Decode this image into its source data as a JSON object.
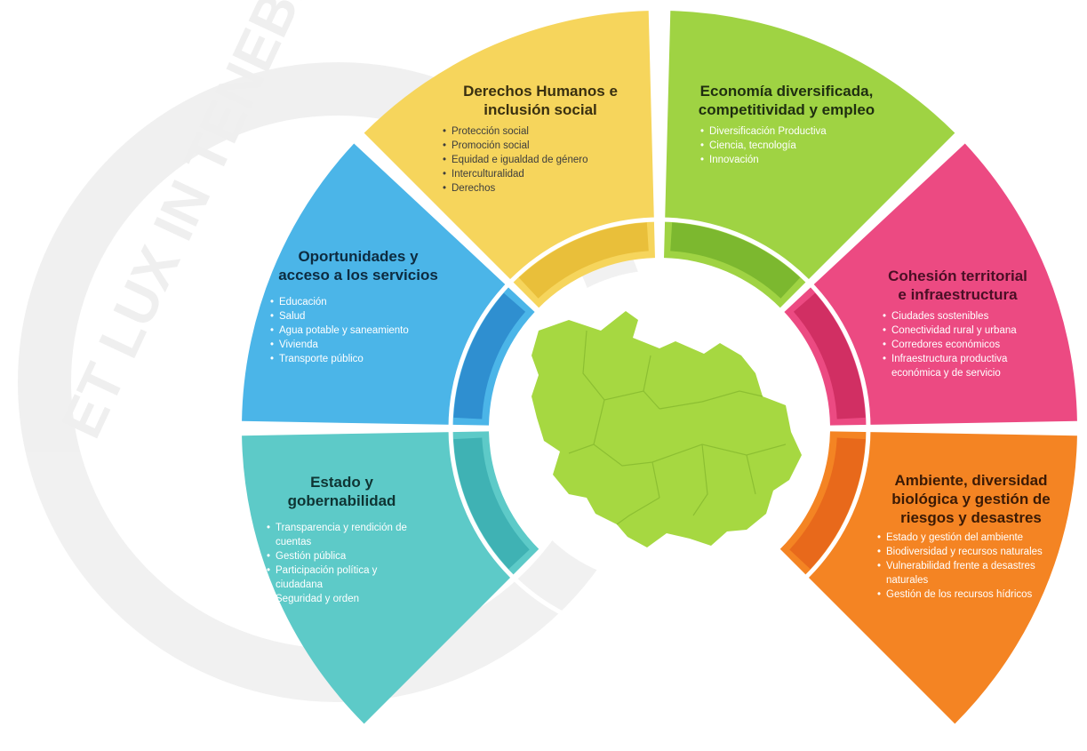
{
  "diagram": {
    "segments": [
      {
        "id": "derechos",
        "title_lines": [
          "Derechos Humanos e",
          "inclusión social"
        ],
        "items": [
          "Protección social",
          "Promoción social",
          "Equidad e igualdad de género",
          "Interculturalidad",
          "Derechos"
        ],
        "color": "#f6d55c",
        "inner_color": "#e9bf3a"
      },
      {
        "id": "economia",
        "title_lines": [
          "Economía diversificada,",
          "competitividad y empleo"
        ],
        "items": [
          "Diversificación Productiva",
          "Ciencia, tecnología",
          "Innovación"
        ],
        "color": "#9fd343",
        "inner_color": "#7cb82f"
      },
      {
        "id": "cohesion",
        "title_lines": [
          "Cohesión territorial",
          "e infraestructura"
        ],
        "items": [
          "Ciudades sostenibles",
          "Conectividad rural y urbana",
          "Corredores económicos",
          "Infraestructura productiva económica y de servicio"
        ],
        "color": "#ec4a82",
        "inner_color": "#d12f63"
      },
      {
        "id": "ambiente",
        "title_lines": [
          "Ambiente, diversidad",
          "biológica y gestión de",
          "riesgos y desastres"
        ],
        "items": [
          "Estado y gestión del ambiente",
          "Biodiversidad y recursos naturales",
          "Vulnerabilidad frente a desastres naturales",
          "Gestión de los recursos hídricos"
        ],
        "color": "#f48423",
        "inner_color": "#e8691b"
      },
      {
        "id": "estado",
        "title_lines": [
          "Estado y",
          "gobernabilidad"
        ],
        "items": [
          "Transparencia y rendición de cuentas",
          "Gestión pública",
          "Participación política y ciudadana",
          "Seguridad y orden"
        ],
        "color": "#5dcac8",
        "inner_color": "#3fb2b4"
      },
      {
        "id": "oportunidades",
        "title_lines": [
          "Oportunidades y",
          "acceso a los servicios"
        ],
        "items": [
          "Educación",
          "Salud",
          "Agua potable y saneamiento",
          "Vivienda",
          "Transporte público"
        ],
        "color": "#4bb5e8",
        "inner_color": "#2f8fd0"
      }
    ],
    "map_color": "#a6d841",
    "watermark_text": "ET LUX IN TENEBRIS"
  }
}
